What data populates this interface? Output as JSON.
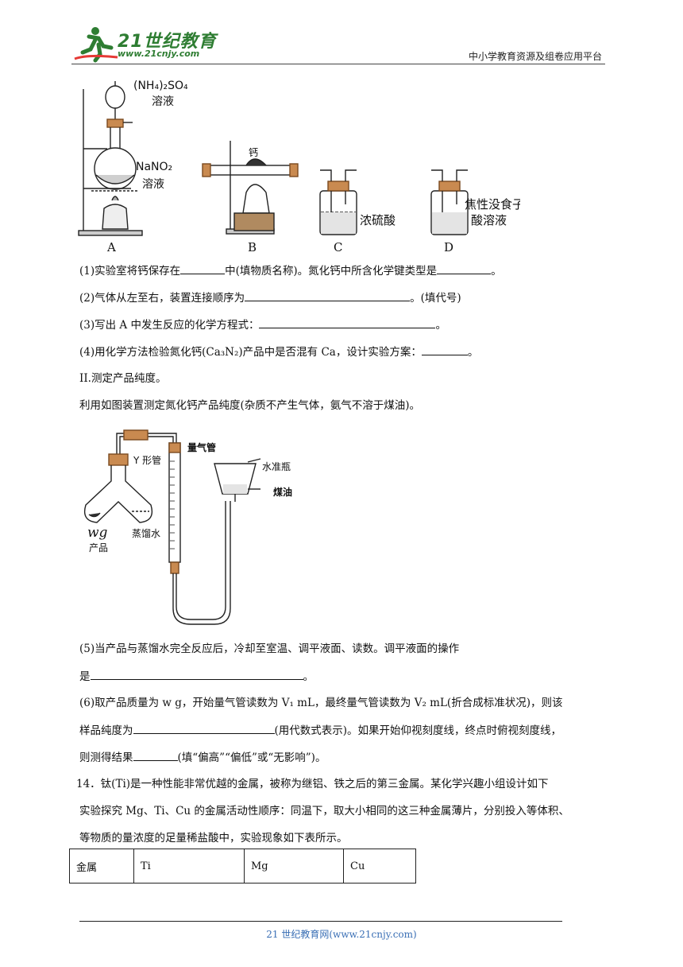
{
  "header": {
    "logo_text": "21世纪教育",
    "logo_url": "www.21cnjy.com",
    "platform": "中小学教育资源及组卷应用平台"
  },
  "figure1": {
    "label_a_top": "(NH₄)₂SO₄",
    "label_a_top2": "溶液",
    "label_a_mid": "NaNO₂",
    "label_a_mid2": "溶液",
    "label_b": "钙",
    "label_c": "浓硫酸",
    "label_d1": "焦性没食子",
    "label_d2": "酸溶液",
    "A": "A",
    "B": "B",
    "C": "C",
    "D": "D"
  },
  "questions": {
    "q1a": "(1)实验室将钙保存在",
    "q1b": "中(填物质名称)。氮化钙中所含化学键类型是",
    "q1c": "。",
    "q2a": "(2)气体从左至右，装置连接顺序为",
    "q2b": "。(填代号)",
    "q3a": "(3)写出 A 中发生反应的化学方程式：",
    "q3b": "。",
    "q4a": "(4)用化学方法检验氮化钙(Ca₃N₂)产品中是否混有 Ca，设计实验方案：",
    "q4b": "。",
    "sec2": "II.测定产品纯度。",
    "intro2": "利用如图装置测定氮化钙产品纯度(杂质不产生气体，氨气不溶于煤油)。",
    "q5a": "(5)当产品与蒸馏水完全反应后，冷却至室温、调平液面、读数。调平液面的操作",
    "q5b": "是",
    "q5c": "。",
    "q6a": "(6)取产品质量为 w g，开始量气管读数为 V₁ mL，最终量气管读数为 V₂ mL(折合成标准状况)，则该",
    "q6b": "样品纯度为",
    "q6c": "(用代数式表示)。如果开始仰视刻度线，终点时俯视刻度线，",
    "q6d": "则测得结果",
    "q6e": "(填“偏高”“偏低”或“无影响”)。",
    "q14a": "14．钛(Ti)是一种性能非常优越的金属，被称为继铝、铁之后的第三金属。某化学兴趣小组设计如下",
    "q14b": "实验探究 Mg、Ti、Cu 的金属活动性顺序：同温下，取大小相同的这三种金属薄片，分别投入等体积、",
    "q14c": "等物质的量浓度的足量稀盐酸中，实验现象如下表所示。"
  },
  "figure2": {
    "y_tube": "Y 形管",
    "gas_tube": "量气管",
    "water_bottle": "水准瓶",
    "kerosene": "煤油",
    "water": "蒸馏水",
    "product_w": "wg",
    "product": "产品"
  },
  "table": {
    "cells": [
      "金属",
      "Ti",
      "Mg",
      "Cu"
    ]
  },
  "footer": {
    "text": "21 世纪教育网(www.21cnjy.com)"
  }
}
